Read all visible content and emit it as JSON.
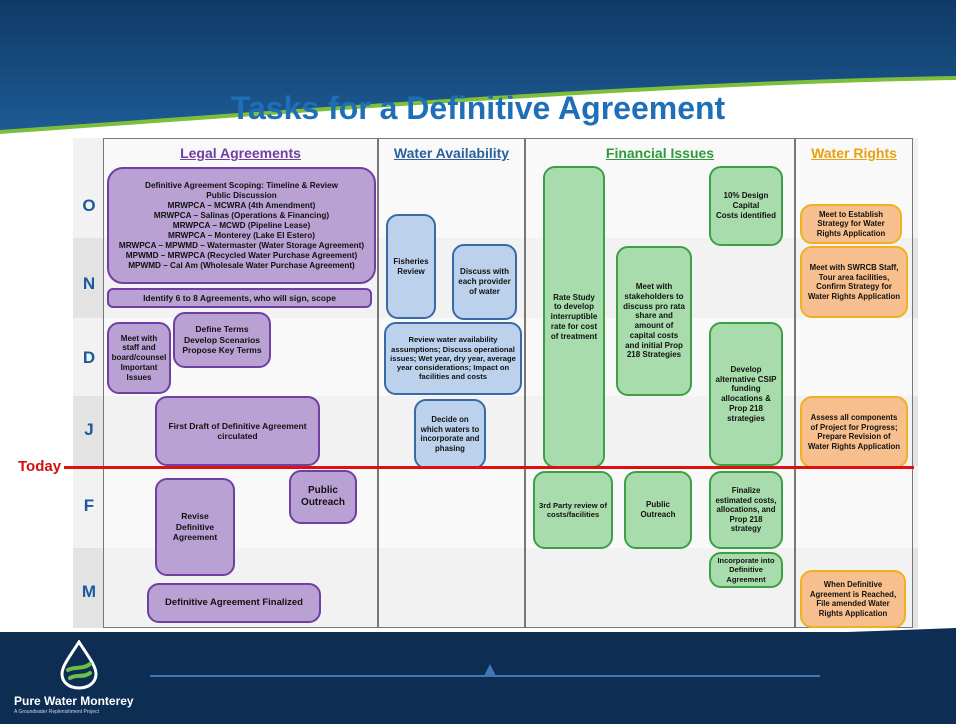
{
  "slide": {
    "title": "Tasks for a Definitive Agreement"
  },
  "rows": [
    "O",
    "N",
    "D",
    "J",
    "F",
    "M"
  ],
  "columns": {
    "legal": "Legal Agreements",
    "water": "Water Availability",
    "financial": "Financial Issues",
    "rights": "Water Rights"
  },
  "colors": {
    "legal": "#6f3fa3",
    "water": "#2c5f9e",
    "financial": "#2f9a3c",
    "rights": "#f0b020",
    "today": "#e01010",
    "title": "#1f6fb8"
  },
  "today_label": "Today",
  "legal_boxes": {
    "scoping": "Definitive Agreement Scoping: Timeline & Review\nPublic Discussion\nMRWPCA – MCWRA (4th Amendment)\nMRWPCA – Salinas (Operations & Financing)\nMRWPCA – MCWD (Pipeline Lease)\nMRWPCA – Monterey (Lake El Estero)\nMRWPCA – MPWMD – Watermaster (Water Storage Agreement)\nMPWMD – MRWPCA (Recycled Water Purchase Agreement)\nMPWMD – Cal Am (Wholesale Water Purchase Agreement)",
    "identify": "Identify 6 to 8 Agreements, who will sign, scope",
    "meet_staff": "Meet with staff and board/counsel Important Issues",
    "define_terms": "Define Terms\nDevelop Scenarios\nPropose Key Terms",
    "first_draft": "First Draft of Definitive Agreement circulated",
    "revise": "Revise\nDefinitive\nAgreement",
    "public_outreach": "Public\nOutreach",
    "finalized": "Definitive Agreement Finalized"
  },
  "water_boxes": {
    "fisheries": "Fisheries\nReview",
    "discuss": "Discuss with each provider of water",
    "review": "Review water availability assumptions; Discuss operational issues; Wet year, dry year, average year considerations; Impact on facilities and costs",
    "decide": "Decide on which waters to incorporate and phasing"
  },
  "financial_boxes": {
    "rate_study": "Rate Study to develop interruptible rate for cost of treatment",
    "meet_stakeholders": "Meet with stakeholders to discuss pro rata share and amount of capital costs and initial Prop 218 Strategies",
    "design_costs": "10% Design\nCapital\nCosts identified",
    "csip": "Develop alternative CSIP funding allocations & Prop 218 strategies",
    "third_party": "3rd Party review of costs/facilities",
    "public_outreach": "Public\nOutreach",
    "finalize": "Finalize estimated costs, allocations, and Prop 218 strategy",
    "incorporate": "Incorporate into Definitive Agreement"
  },
  "rights_boxes": {
    "establish": "Meet to Establish Strategy for Water Rights Application",
    "swrcb": "Meet with SWRCB Staff, Tour area facilities, Confirm Strategy for Water Rights Application",
    "assess": "Assess all components of Project for Progress; Prepare Revision of Water Rights Application",
    "amended": "When Definitive Agreement is Reached, File amended Water Rights Application"
  },
  "footer": {
    "logo_name": "Pure Water Monterey",
    "logo_tagline": "A Groundwater Replenishment Project"
  }
}
